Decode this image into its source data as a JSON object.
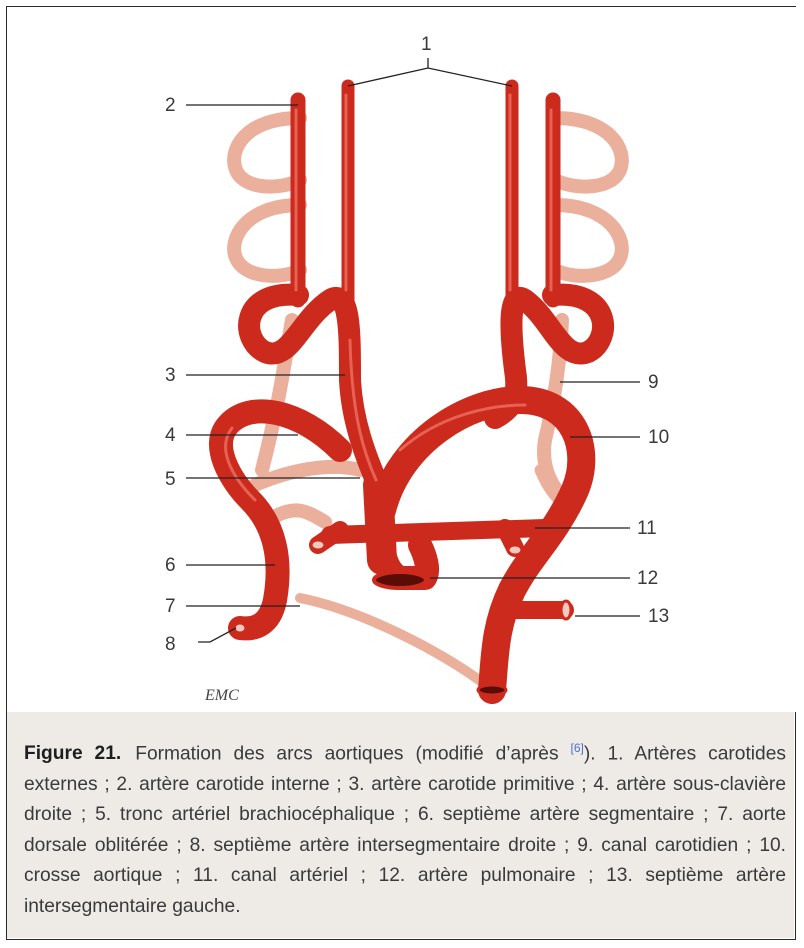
{
  "figure": {
    "label": "Figure 21.",
    "title": "Formation des arcs aortiques (modifié d’après",
    "reference": "[6]",
    "description": "). 1. Artères carotides externes ; 2. artère carotide interne ; 3. artère carotide primitive ; 4. artère sous-clavière droite ; 5. tronc artériel brachiocéphalique ; 6. septième artère segmentaire ; 7. aorte dorsale oblitérée ; 8. septième artère intersegmentaire droite ; 9. canal carotidien ; 10. crosse aortique ; 11. canal artériel ; 12. artère pulmonaire ; 13. septième artère intersegmentaire gauche."
  },
  "labels": {
    "n1": "1",
    "n2": "2",
    "n3": "3",
    "n4": "4",
    "n5": "5",
    "n6": "6",
    "n7": "7",
    "n8": "8",
    "n9": "9",
    "n10": "10",
    "n11": "11",
    "n12": "12",
    "n13": "13"
  },
  "signature": "EMC",
  "colors": {
    "artery_red": "#cc2a1c",
    "artery_highlight": "#e8564a",
    "regressed_pink": "#ebb09c",
    "leader_line": "#222222",
    "caption_bg": "#eeebe6",
    "reference_blue": "#4a6fd0"
  }
}
